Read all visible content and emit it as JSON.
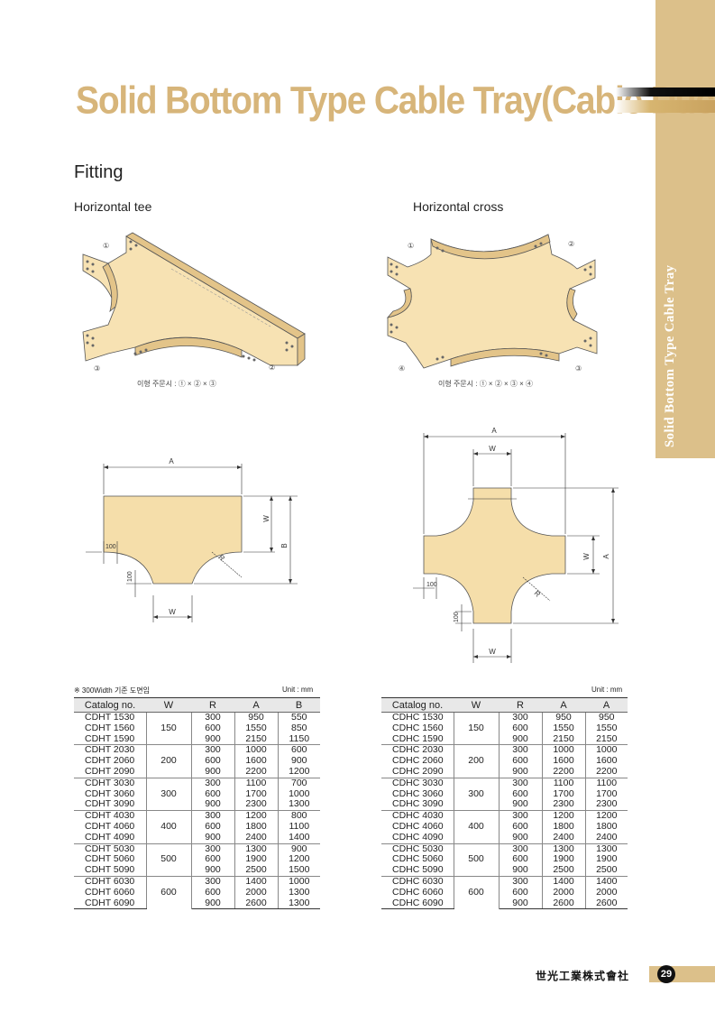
{
  "header": {
    "title": "Solid Bottom Type Cable Tray(Cable Duct)",
    "side_label": "Solid Bottom Type Cable Tray"
  },
  "section": {
    "title": "Fitting"
  },
  "tee": {
    "heading": "Horizontal tee",
    "markers": [
      "①",
      "②",
      "③"
    ],
    "caption": "이형 주문시 : ① × ② × ③",
    "dims": {
      "a": "A",
      "w_right": "W",
      "b": "B",
      "r": "R",
      "dim100_top": "100",
      "dim100_side": "100",
      "w_bottom": "W"
    }
  },
  "cross": {
    "heading": "Horizontal cross",
    "markers": [
      "①",
      "②",
      "③",
      "④"
    ],
    "caption": "이형 주문시 : ① × ② × ③ × ④",
    "dims": {
      "a_top": "A",
      "w_top": "W",
      "w_right": "W",
      "a_right": "A",
      "r": "R",
      "dim100_top": "100",
      "dim100_side": "100",
      "w_bottom": "W"
    }
  },
  "tee_table": {
    "note": "※ 300Width 기준 도면임",
    "unit": "Unit : mm",
    "headers": [
      "Catalog no.",
      "W",
      "R",
      "A",
      "B"
    ],
    "groups": [
      {
        "w": "150",
        "rows": [
          [
            "CDHT 1530",
            "300",
            "950",
            "550"
          ],
          [
            "CDHT 1560",
            "600",
            "1550",
            "850"
          ],
          [
            "CDHT 1590",
            "900",
            "2150",
            "1150"
          ]
        ]
      },
      {
        "w": "200",
        "rows": [
          [
            "CDHT 2030",
            "300",
            "1000",
            "600"
          ],
          [
            "CDHT 2060",
            "600",
            "1600",
            "900"
          ],
          [
            "CDHT 2090",
            "900",
            "2200",
            "1200"
          ]
        ]
      },
      {
        "w": "300",
        "rows": [
          [
            "CDHT 3030",
            "300",
            "1100",
            "700"
          ],
          [
            "CDHT 3060",
            "600",
            "1700",
            "1000"
          ],
          [
            "CDHT 3090",
            "900",
            "2300",
            "1300"
          ]
        ]
      },
      {
        "w": "400",
        "rows": [
          [
            "CDHT 4030",
            "300",
            "1200",
            "800"
          ],
          [
            "CDHT 4060",
            "600",
            "1800",
            "1100"
          ],
          [
            "CDHT 4090",
            "900",
            "2400",
            "1400"
          ]
        ]
      },
      {
        "w": "500",
        "rows": [
          [
            "CDHT 5030",
            "300",
            "1300",
            "900"
          ],
          [
            "CDHT 5060",
            "600",
            "1900",
            "1200"
          ],
          [
            "CDHT 5090",
            "900",
            "2500",
            "1500"
          ]
        ]
      },
      {
        "w": "600",
        "rows": [
          [
            "CDHT 6030",
            "300",
            "1400",
            "1000"
          ],
          [
            "CDHT 6060",
            "600",
            "2000",
            "1300"
          ],
          [
            "CDHT 6090",
            "900",
            "2600",
            "1300"
          ]
        ]
      }
    ]
  },
  "cross_table": {
    "unit": "Unit : mm",
    "headers": [
      "Catalog no.",
      "W",
      "R",
      "A",
      "A"
    ],
    "groups": [
      {
        "w": "150",
        "rows": [
          [
            "CDHC 1530",
            "300",
            "950",
            "950"
          ],
          [
            "CDHC 1560",
            "600",
            "1550",
            "1550"
          ],
          [
            "CDHC 1590",
            "900",
            "2150",
            "2150"
          ]
        ]
      },
      {
        "w": "200",
        "rows": [
          [
            "CDHC 2030",
            "300",
            "1000",
            "1000"
          ],
          [
            "CDHC 2060",
            "600",
            "1600",
            "1600"
          ],
          [
            "CDHC 2090",
            "900",
            "2200",
            "2200"
          ]
        ]
      },
      {
        "w": "300",
        "rows": [
          [
            "CDHC 3030",
            "300",
            "1100",
            "1100"
          ],
          [
            "CDHC 3060",
            "600",
            "1700",
            "1700"
          ],
          [
            "CDHC 3090",
            "900",
            "2300",
            "2300"
          ]
        ]
      },
      {
        "w": "400",
        "rows": [
          [
            "CDHC 4030",
            "300",
            "1200",
            "1200"
          ],
          [
            "CDHC 4060",
            "600",
            "1800",
            "1800"
          ],
          [
            "CDHC 4090",
            "900",
            "2400",
            "2400"
          ]
        ]
      },
      {
        "w": "500",
        "rows": [
          [
            "CDHC 5030",
            "300",
            "1300",
            "1300"
          ],
          [
            "CDHC 5060",
            "600",
            "1900",
            "1900"
          ],
          [
            "CDHC 5090",
            "900",
            "2500",
            "2500"
          ]
        ]
      },
      {
        "w": "600",
        "rows": [
          [
            "CDHC 6030",
            "300",
            "1400",
            "1400"
          ],
          [
            "CDHC 6060",
            "600",
            "2000",
            "2000"
          ],
          [
            "CDHC 6090",
            "900",
            "2600",
            "2600"
          ]
        ]
      }
    ]
  },
  "footer": {
    "company": "世光工業株式會社",
    "page": "29"
  },
  "colors": {
    "accent": "#dcc08a",
    "title": "#d7b57a",
    "fill": "#f5deaa"
  }
}
